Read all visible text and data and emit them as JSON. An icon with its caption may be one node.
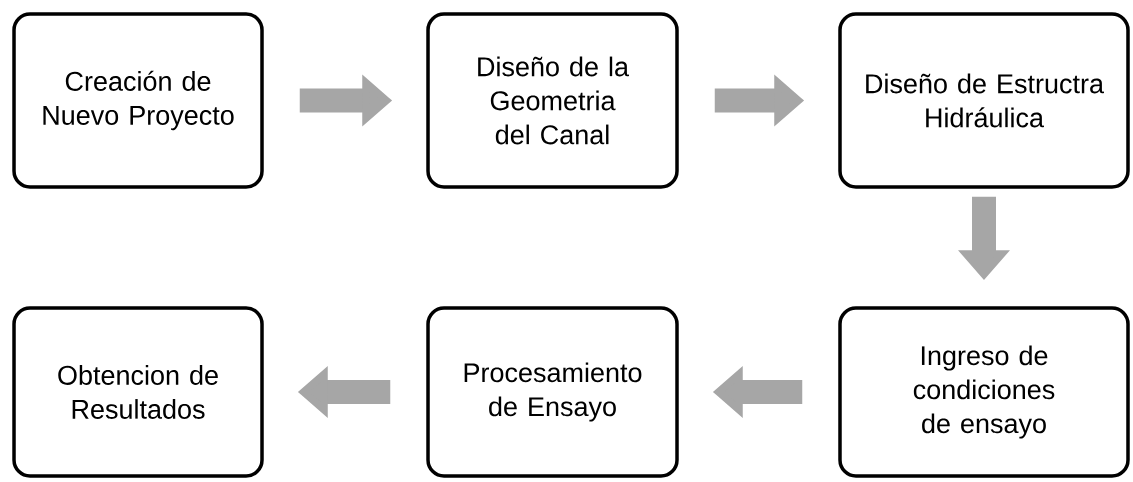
{
  "diagram": {
    "nodes": [
      {
        "text": [
          "Creación de Nuevo Proyecto"
        ]
      },
      {
        "text": [
          "Diseño de la Geometria del Canal"
        ]
      },
      {
        "text": [
          "Diseño de Estructra Hidráulica"
        ]
      },
      {
        "text": [
          "Ingreso de condiciones de ensayo"
        ]
      },
      {
        "text": [
          "Procesamiento de Ensayo"
        ]
      },
      {
        "text": [
          "Obtencion de Resultados"
        ]
      }
    ],
    "edges": [
      {
        "from": 0,
        "to": 1,
        "arrow": "to"
      },
      {
        "from": 1,
        "to": 2,
        "arrow": "to"
      },
      {
        "from": 2,
        "to": 3,
        "arrow": "to"
      },
      {
        "from": 3,
        "to": 4,
        "arrow": "to"
      },
      {
        "from": 4,
        "to": 5,
        "arrow": "to"
      }
    ]
  }
}
